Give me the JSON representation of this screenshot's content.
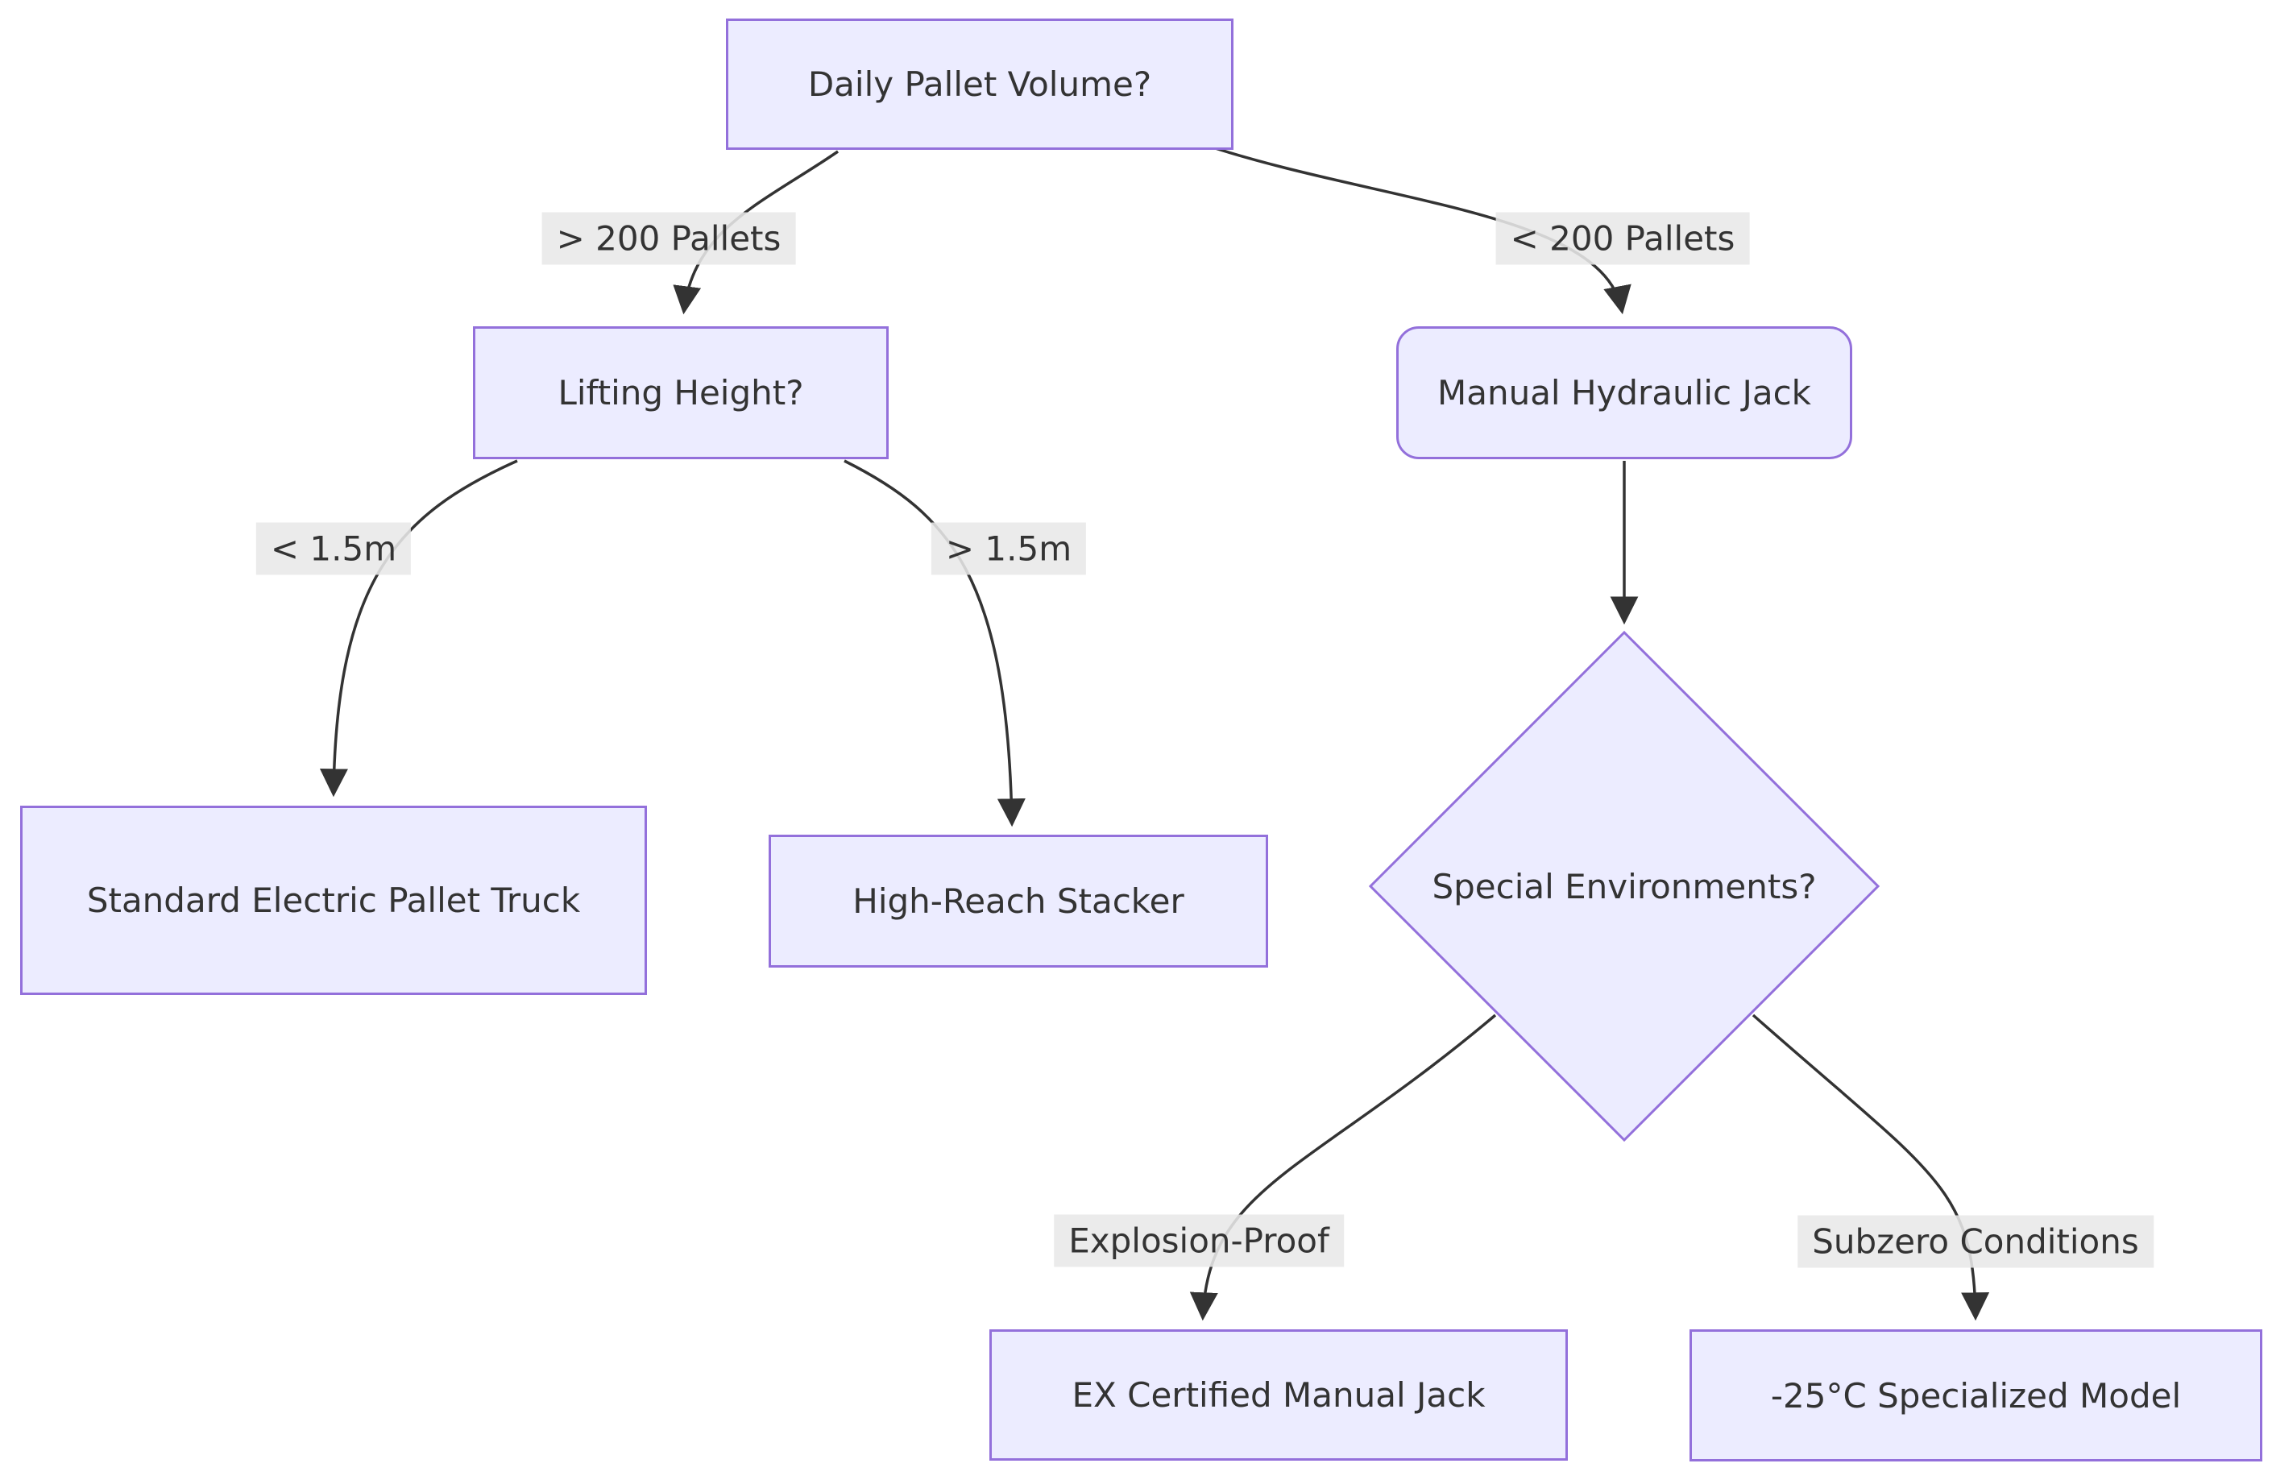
{
  "diagram": {
    "type": "flowchart-decision-tree",
    "colors": {
      "background": "#ffffff",
      "node_fill": "#ECECFF",
      "node_border": "#9370DB",
      "edge_color": "#333333",
      "text_color": "#333333",
      "edge_label_bg": "#e8e8e8"
    },
    "nodes": {
      "daily_volume": {
        "label": "Daily Pallet Volume?",
        "shape": "rect"
      },
      "lifting_height": {
        "label": "Lifting Height?",
        "shape": "rect"
      },
      "manual_jack": {
        "label": "Manual Hydraulic Jack",
        "shape": "rounded-rect"
      },
      "standard_truck": {
        "label": "Standard Electric Pallet Truck",
        "shape": "rect"
      },
      "high_reach": {
        "label": "High-Reach Stacker",
        "shape": "rect"
      },
      "special_env": {
        "label": "Special Environments?",
        "shape": "diamond"
      },
      "ex_jack": {
        "label": "EX Certified Manual Jack",
        "shape": "rect"
      },
      "subzero_model": {
        "label": "-25°C Specialized Model",
        "shape": "rect"
      }
    },
    "edge_labels": {
      "gt200": "> 200 Pallets",
      "lt200": "< 200 Pallets",
      "lt15": "< 1.5m",
      "gt15": "> 1.5m",
      "explosion": "Explosion-Proof",
      "subzero": "Subzero Conditions"
    },
    "edges": [
      {
        "from": "daily_volume",
        "to": "lifting_height",
        "label": "> 200 Pallets"
      },
      {
        "from": "daily_volume",
        "to": "manual_jack",
        "label": "< 200 Pallets"
      },
      {
        "from": "lifting_height",
        "to": "standard_truck",
        "label": "< 1.5m"
      },
      {
        "from": "lifting_height",
        "to": "high_reach",
        "label": "> 1.5m"
      },
      {
        "from": "manual_jack",
        "to": "special_env",
        "label": ""
      },
      {
        "from": "special_env",
        "to": "ex_jack",
        "label": "Explosion-Proof"
      },
      {
        "from": "special_env",
        "to": "subzero_model",
        "label": "Subzero Conditions"
      }
    ]
  }
}
